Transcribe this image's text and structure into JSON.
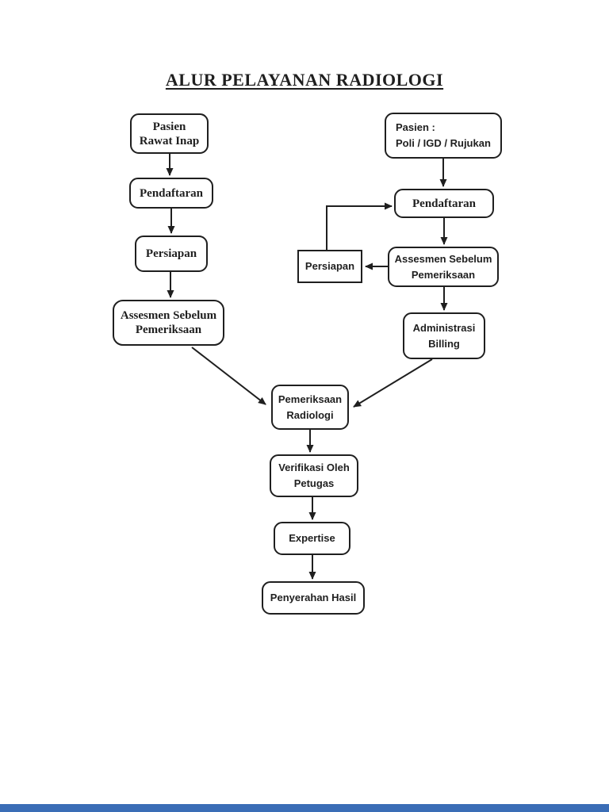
{
  "title": "ALUR PELAYANAN RADIOLOGI",
  "colors": {
    "ink": "#1f1f1f",
    "page": "#ffffff",
    "bottom_bar": "#3a6db6"
  },
  "nodes": {
    "pasienRawatInap": {
      "line1": "Pasien",
      "line2": "Rawat Inap"
    },
    "pendaftaranLeft": {
      "label": "Pendaftaran"
    },
    "persiapanLeft": {
      "label": "Persiapan"
    },
    "assesmenLeft": {
      "line1": "Assesmen Sebelum",
      "line2": "Pemeriksaan"
    },
    "pasienPoli": {
      "line1": "Pasien :",
      "line2": "Poli / IGD / Rujukan"
    },
    "pendaftaranRight": {
      "label": "Pendaftaran"
    },
    "assesmenRight": {
      "line1": "Assesmen Sebelum",
      "line2": "Pemeriksaan"
    },
    "persiapanRight": {
      "label": "Persiapan"
    },
    "administrasiBilling": {
      "line1": "Administrasi",
      "line2": "Billing"
    },
    "pemeriksaanRadiologi": {
      "line1": "Pemeriksaan",
      "line2": "Radiologi"
    },
    "verifikasiOlehPetugas": {
      "line1": "Verifikasi Oleh",
      "line2": "Petugas"
    },
    "expertise": {
      "label": "Expertise"
    },
    "penyerahanHasil": {
      "label": "Penyerahan Hasil"
    }
  },
  "edges": [
    {
      "from": "pasien-rawat-inap",
      "to": "pendaftaran-left"
    },
    {
      "from": "pendaftaran-left",
      "to": "persiapan-left"
    },
    {
      "from": "persiapan-left",
      "to": "assesmen-left"
    },
    {
      "from": "assesmen-left",
      "to": "pemeriksaan-radiologi"
    },
    {
      "from": "pasien-poli-igd-rujukan",
      "to": "pendaftaran-right"
    },
    {
      "from": "pendaftaran-right",
      "to": "assesmen-right"
    },
    {
      "from": "assesmen-right",
      "to": "persiapan-right"
    },
    {
      "from": "persiapan-right",
      "to": "pendaftaran-right"
    },
    {
      "from": "assesmen-right",
      "to": "administrasi-billing"
    },
    {
      "from": "administrasi-billing",
      "to": "pemeriksaan-radiologi"
    },
    {
      "from": "pemeriksaan-radiologi",
      "to": "verifikasi-oleh-petugas"
    },
    {
      "from": "verifikasi-oleh-petugas",
      "to": "expertise"
    },
    {
      "from": "expertise",
      "to": "penyerahan-hasil"
    }
  ]
}
